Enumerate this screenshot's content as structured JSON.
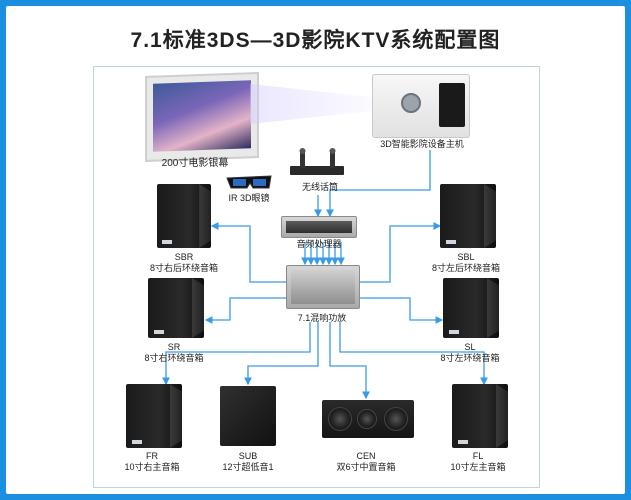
{
  "title": "7.1标准3DS—3D影院KTV系统配置图",
  "devices": {
    "screen": "200寸电影银幕",
    "projector": "3D智能影院设备主机",
    "glasses": "IR 3D眼镜",
    "mic": "无线话筒",
    "processor": "音频处理器",
    "amp": "7.1混响功放"
  },
  "speakers": {
    "sbr": {
      "code": "SBR",
      "desc": "8寸右后环绕音箱"
    },
    "sbl": {
      "code": "SBL",
      "desc": "8寸左后环绕音箱"
    },
    "sr": {
      "code": "SR",
      "desc": "8寸右环绕音箱"
    },
    "sl": {
      "code": "SL",
      "desc": "8寸左环绕音箱"
    },
    "fr": {
      "code": "FR",
      "desc": "10寸右主音箱"
    },
    "sub": {
      "code": "SUB",
      "desc": "12寸超低音1"
    },
    "cen": {
      "code": "CEN",
      "desc": "双6寸中置音箱"
    },
    "fl": {
      "code": "FL",
      "desc": "10寸左主音箱"
    }
  },
  "colors": {
    "background": "#1d8fe1",
    "wire": "#3b9ae8"
  }
}
